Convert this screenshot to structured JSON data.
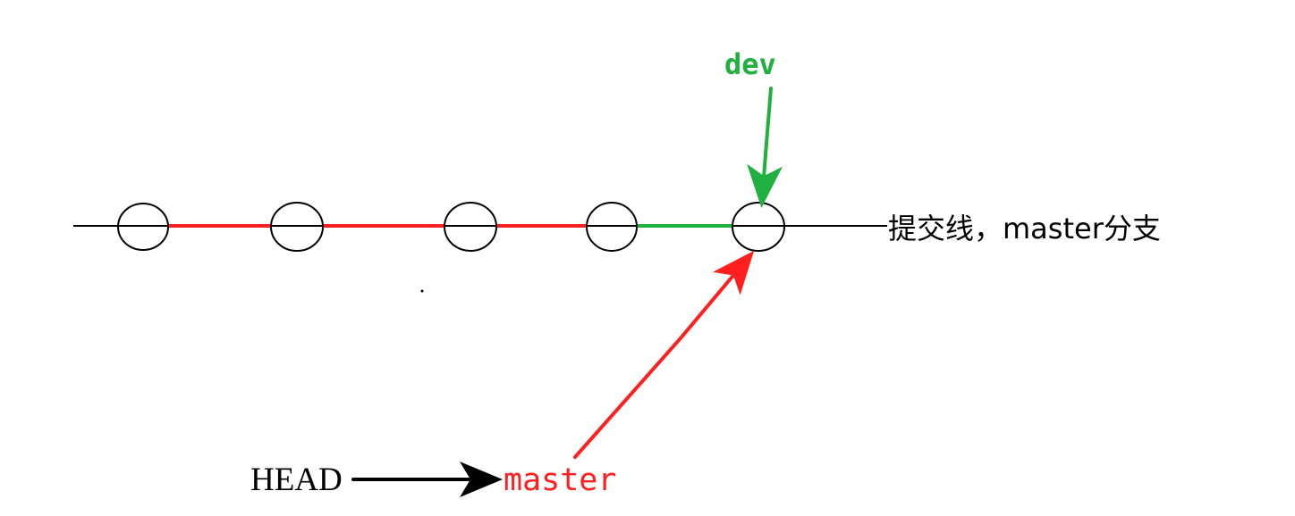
{
  "labels": {
    "commit_line": "提交线，master分支",
    "dev": "dev",
    "head": "HEAD",
    "master": "master"
  },
  "colors": {
    "background": "#ffffff",
    "line": "#000000",
    "master": "#ff1f1f",
    "dev": "#20b040",
    "commit": "#000000",
    "head": "#000000"
  },
  "commits": [
    {
      "id": "c1"
    },
    {
      "id": "c2"
    },
    {
      "id": "c3"
    },
    {
      "id": "c4"
    },
    {
      "id": "c5"
    }
  ],
  "branches": {
    "master": {
      "points_to": "c5"
    },
    "dev": {
      "points_to": "c5"
    },
    "head": {
      "points_to": "master"
    }
  }
}
